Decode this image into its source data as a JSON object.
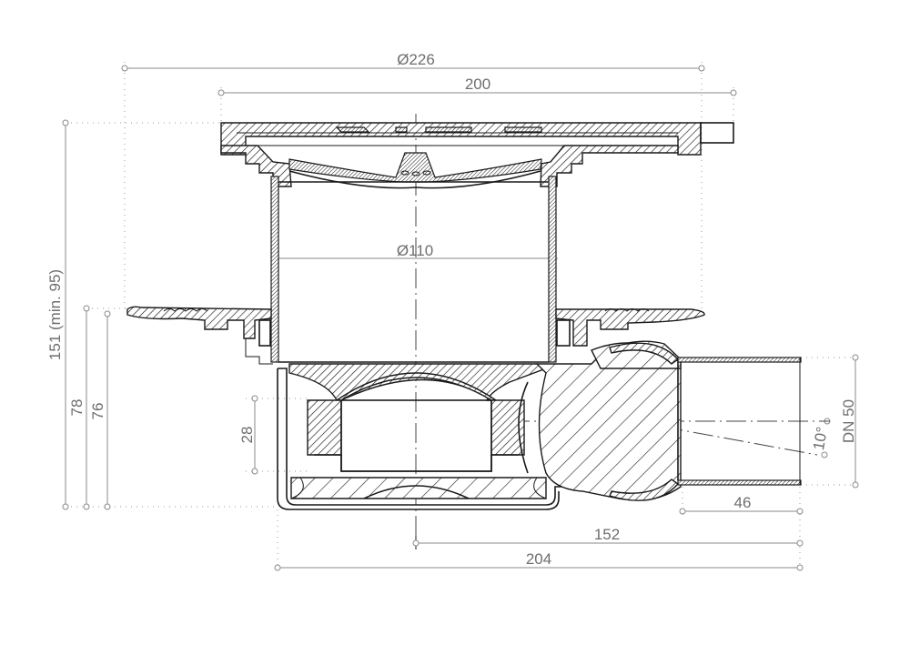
{
  "drawing": {
    "title": "Floor drain cross-section",
    "colors": {
      "outline": "#1a1a1a",
      "dimension": "#8a8a8a",
      "dimension_text": "#6e6e6e",
      "background": "#ffffff"
    },
    "dimensions": {
      "overall_flange_diameter": "Ø226",
      "grate_width": "200",
      "body_inner_diameter": "Ø110",
      "total_height": "151 (min. 95)",
      "height_78": "78",
      "height_76": "76",
      "water_seal": "28",
      "outlet_size": "DN 50",
      "outlet_angle": "10°",
      "socket_length": "46",
      "outlet_offset": "152",
      "overall_length": "204"
    }
  }
}
